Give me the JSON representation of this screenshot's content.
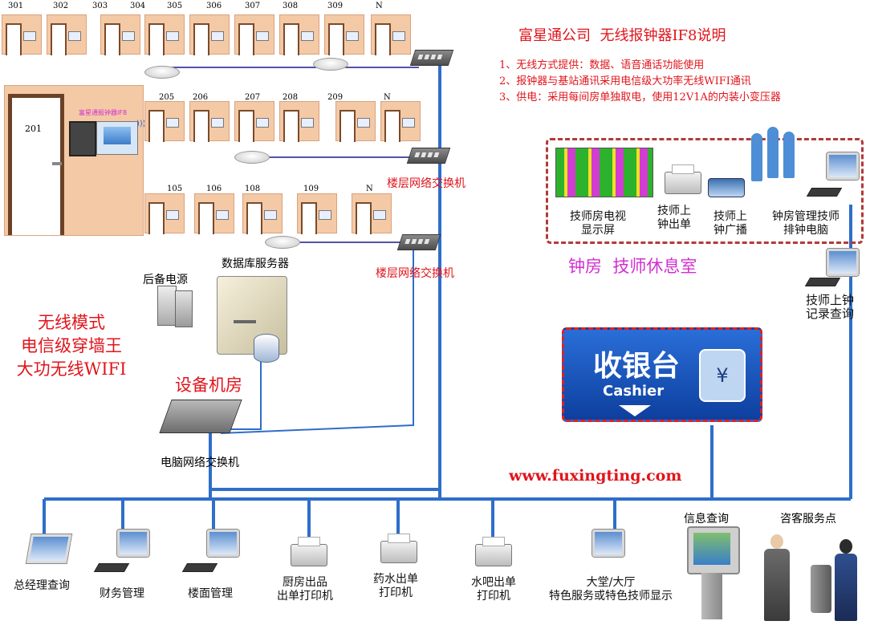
{
  "title": "富星通公司  无线报钟器IF8说明",
  "notes": [
    "1、无线方式提供：数据、语音通话功能使用",
    "2、报钟器与基站通讯采用电信级大功率无线WIFI通讯",
    "3、供电：采用每间房单独取电，使用12V1A的内装小变压器"
  ],
  "rooms": {
    "row3": [
      "301",
      "302",
      "303",
      "304",
      "305",
      "306",
      "307",
      "308",
      "309",
      "N"
    ],
    "row2": [
      "205",
      "206",
      "207",
      "208",
      "209",
      "N"
    ],
    "row1": [
      "105",
      "106",
      "108",
      "109",
      "N"
    ],
    "big_room": "201"
  },
  "device_panel_label": "富星通报钟器IF8",
  "floor_switch_label": "楼层网络交换机",
  "db_server_label": "数据库服务器",
  "backup_power_label": "后备电源",
  "wireless": [
    "无线模式",
    "电信级穿墙王",
    "大功无线WIFI"
  ],
  "equipment_room_label": "设备机房",
  "pc_switch_label": "电脑网络交换机",
  "clock_room": {
    "title": "钟房  技师休息室",
    "items": [
      {
        "name": "tv-display",
        "label": [
          "技师房电视",
          "显示屏"
        ]
      },
      {
        "name": "printer",
        "label": [
          "技师上",
          "钟出单"
        ]
      },
      {
        "name": "broadcast",
        "label": [
          "技师上",
          "钟广播"
        ]
      },
      {
        "name": "pc",
        "label": [
          "钟房管理技师",
          "排钟电脑"
        ]
      }
    ]
  },
  "record_query": [
    "技师上钟",
    "记录查询"
  ],
  "cashier": {
    "cn": "收银台",
    "en": "Cashier",
    "symbol": "¥"
  },
  "website": "www.fuxingting.com",
  "info_query_label": "信息查询",
  "service_point_label": "咨客服务点",
  "bottom_terminals": [
    {
      "name": "gm-query",
      "lines": [
        "总经理查询"
      ]
    },
    {
      "name": "finance",
      "lines": [
        "财务管理"
      ]
    },
    {
      "name": "floor-mgmt",
      "lines": [
        "楼面管理"
      ]
    },
    {
      "name": "kitchen-printer",
      "lines": [
        "厨房出品",
        "出单打印机"
      ]
    },
    {
      "name": "drinks-printer",
      "lines": [
        "药水出单",
        "打印机"
      ]
    },
    {
      "name": "bar-printer",
      "lines": [
        "水吧出单",
        "打印机"
      ]
    },
    {
      "name": "lobby-display",
      "lines": [
        "大堂/大厅",
        "特色服务或特色技师显示"
      ]
    }
  ],
  "colors": {
    "accent_red": "#e0141b",
    "line_blue": "#2f6ec9",
    "cashier_blue": "#1457c5",
    "magenta": "#d22fd2"
  }
}
